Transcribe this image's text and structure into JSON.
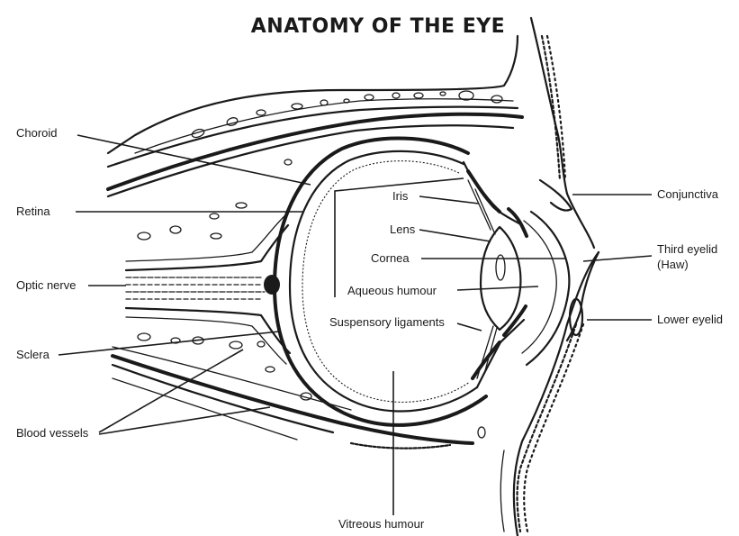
{
  "title": "ANATOMY OF THE EYE",
  "labels": {
    "choroid": "Choroid",
    "retina": "Retina",
    "optic_nerve": "Optic nerve",
    "sclera": "Sclera",
    "blood_vessels": "Blood vessels",
    "iris": "Iris",
    "lens": "Lens",
    "cornea": "Cornea",
    "aqueous_humour": "Aqueous humour",
    "suspensory_ligaments": "Suspensory ligaments",
    "vitreous_humour": "Vitreous humour",
    "conjunctiva": "Conjunctiva",
    "third_eyelid_line1": "Third eyelid",
    "third_eyelid_line2": "(Haw)",
    "lower_eyelid": "Lower eyelid"
  },
  "style": {
    "ink": "#1a1a1a",
    "background": "#ffffff"
  }
}
